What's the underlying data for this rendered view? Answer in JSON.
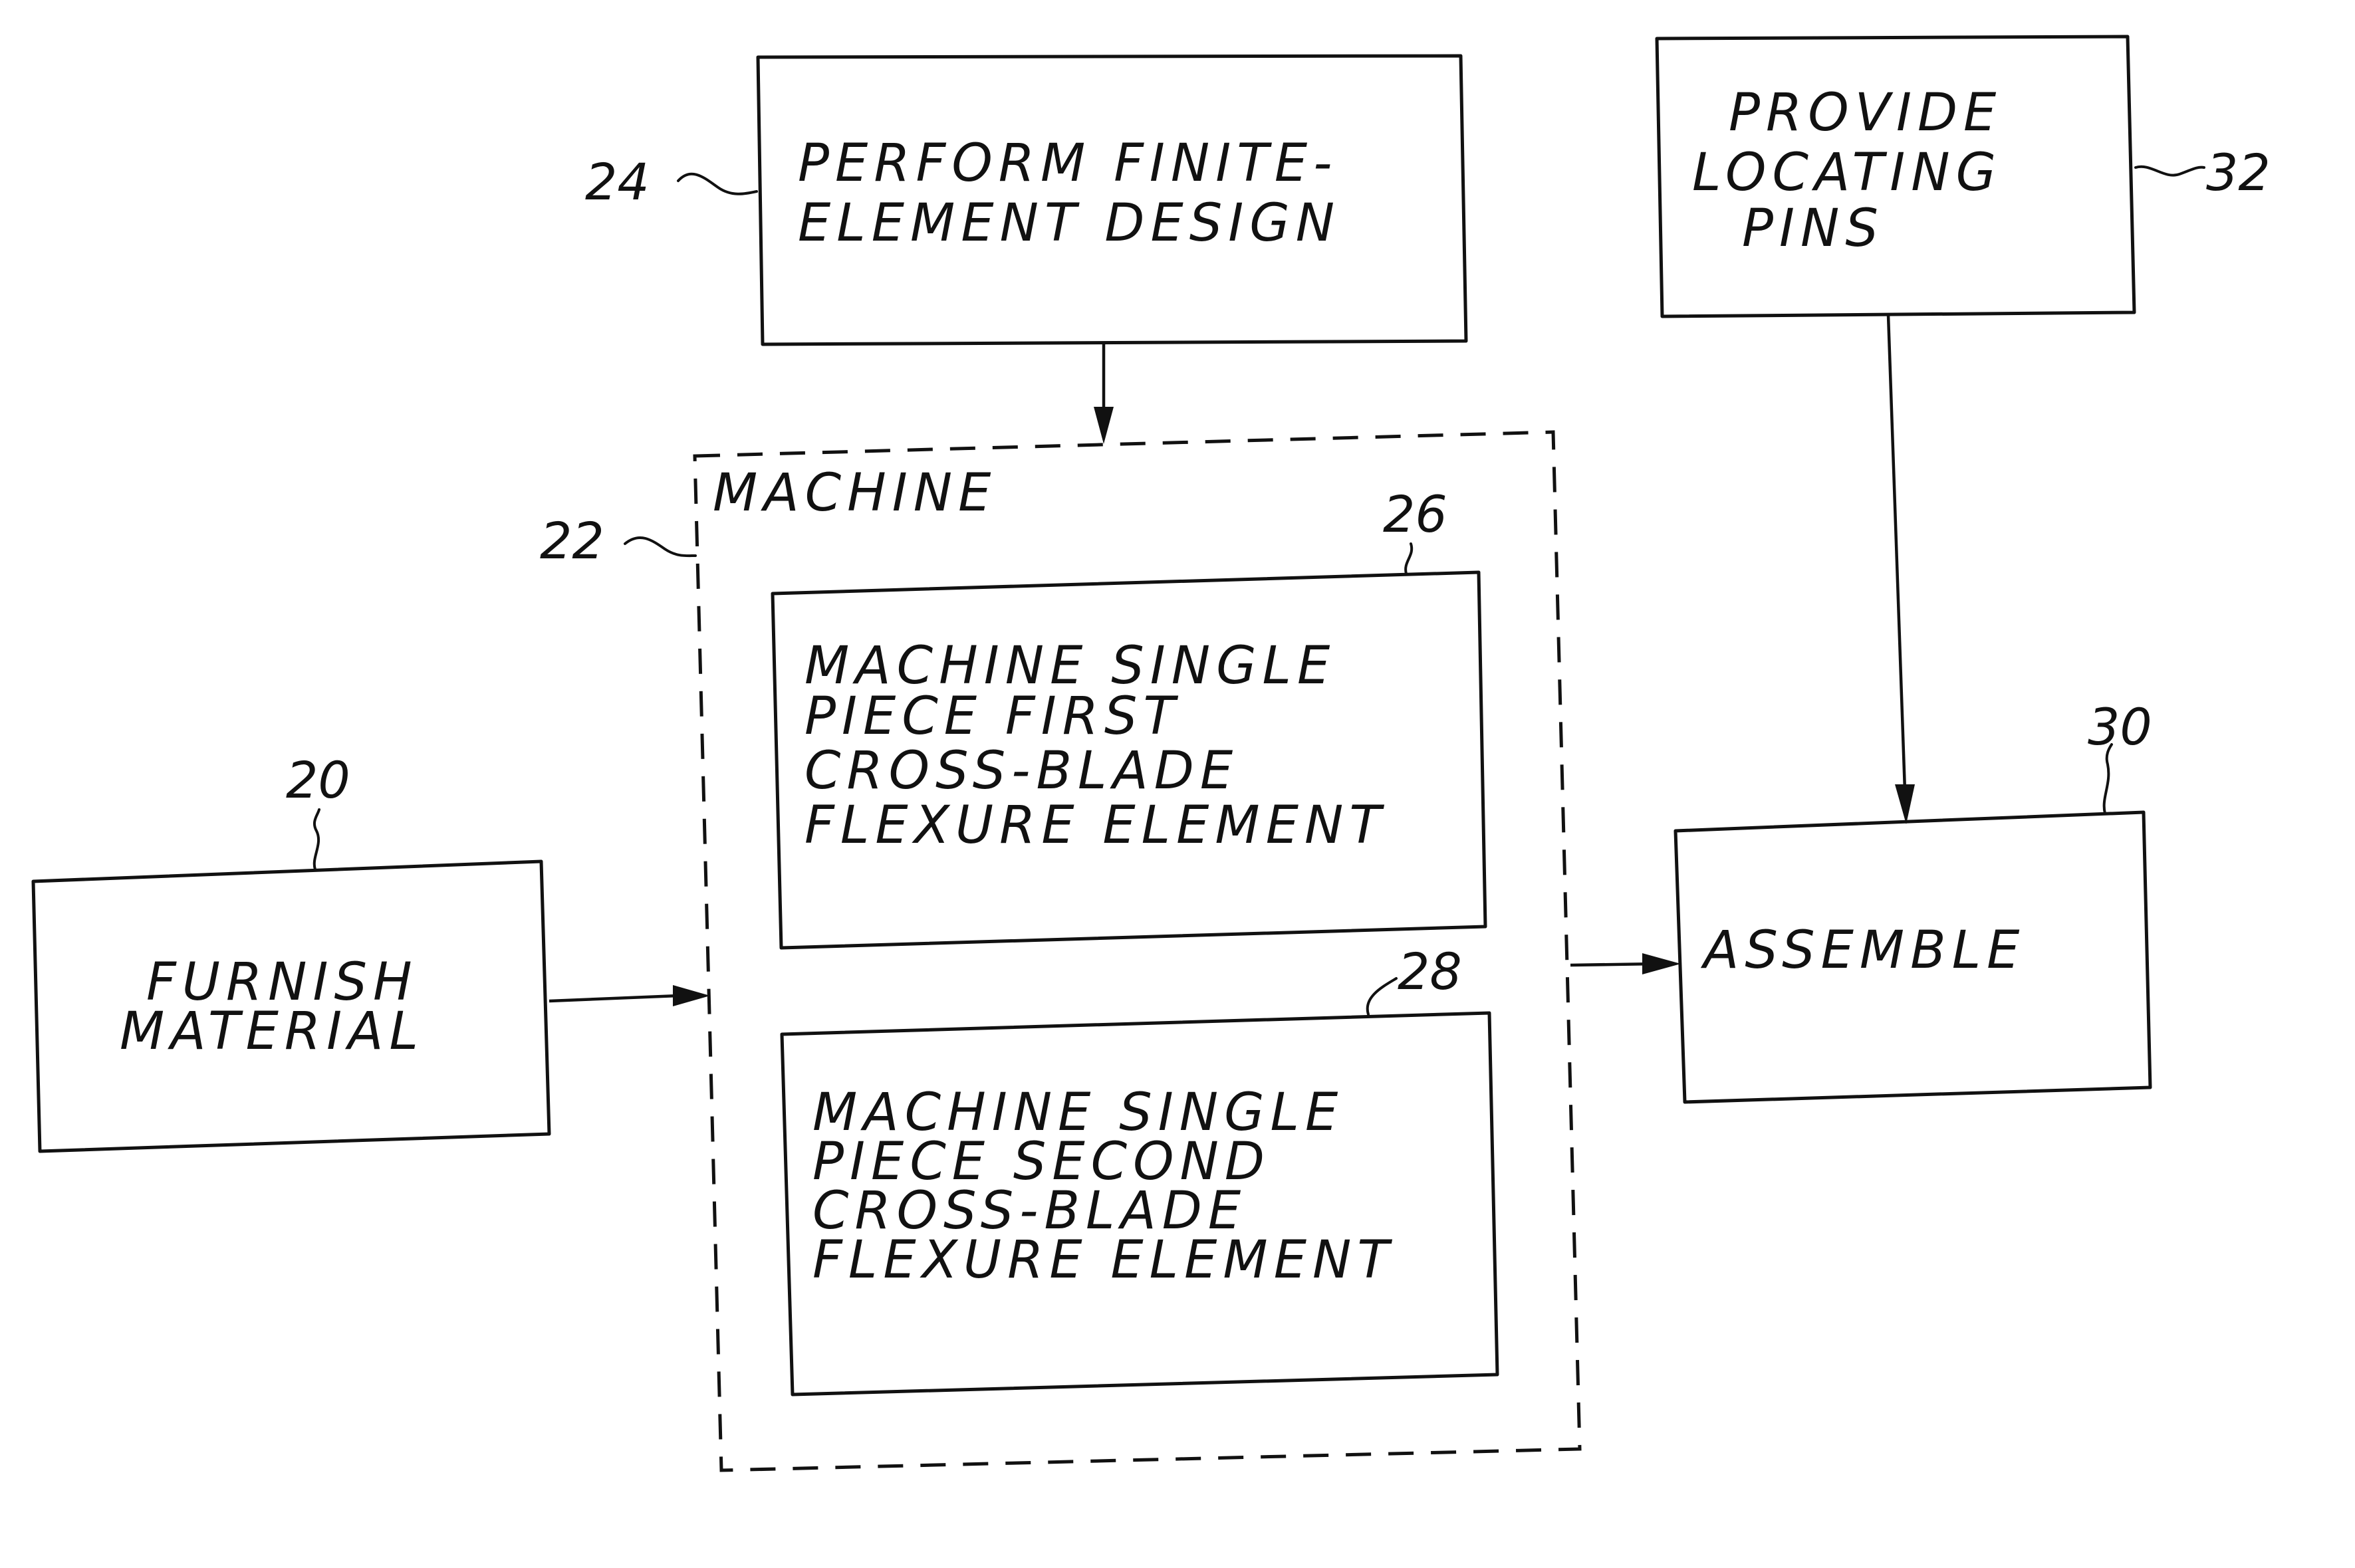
{
  "diagram": {
    "boxes": {
      "design": {
        "ref": "24",
        "lines": [
          "PERFORM FINITE-",
          "ELEMENT DESIGN"
        ]
      },
      "pins": {
        "ref": "32",
        "lines": [
          "PROVIDE",
          "LOCATING",
          "PINS"
        ]
      },
      "machine_group": {
        "ref": "22",
        "title": "MACHINE"
      },
      "first_element": {
        "ref": "26",
        "lines": [
          "MACHINE SINGLE",
          "PIECE FIRST",
          "CROSS-BLADE",
          "FLEXURE ELEMENT"
        ]
      },
      "second_element": {
        "ref": "28",
        "lines": [
          "MACHINE SINGLE",
          "PIECE SECOND",
          "CROSS-BLADE",
          "FLEXURE ELEMENT"
        ]
      },
      "furnish": {
        "ref": "20",
        "lines": [
          "FURNISH",
          "MATERIAL"
        ]
      },
      "assemble": {
        "ref": "30",
        "lines": [
          "ASSEMBLE"
        ]
      }
    }
  }
}
